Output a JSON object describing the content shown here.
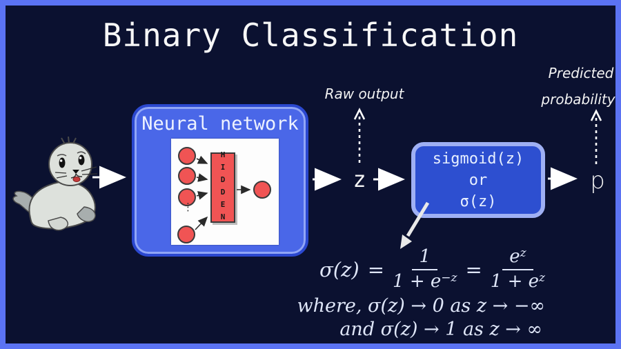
{
  "title": "Binary Classification",
  "colors": {
    "background": "#0b1130",
    "frame": "#5b73f3",
    "nn_box_fill": "#4a67e8",
    "nn_box_border": "#2b48cf",
    "sigmoid_fill": "#2d4fd0",
    "sigmoid_rim": "#9fb0f4",
    "node_red": "#f05454",
    "text": "#ffffff",
    "formula_text": "#dfe6f8"
  },
  "seal": {
    "alt": "baby seal mascot"
  },
  "neural_network": {
    "label": "Neural network",
    "hidden_label": "HIDDEN",
    "input_dots": "⋮"
  },
  "raw_output": {
    "annotation": "Raw output",
    "symbol": "z"
  },
  "sigmoid": {
    "line1": "sigmoid(z)",
    "line2": "or",
    "line3": "σ(z)"
  },
  "prediction": {
    "annotation_line1": "Predicted",
    "annotation_line2": "probability",
    "symbol": "p"
  },
  "formula": {
    "lhs": "σ(z)",
    "equals": "=",
    "frac1": {
      "num": "1",
      "den_base": "1 + e",
      "den_sup": "−z"
    },
    "equals2": "=",
    "frac2": {
      "num_base": "e",
      "num_sup": "z",
      "den_base": "1 + e",
      "den_sup": "z"
    },
    "line2": "where, σ(z) → 0 as z → −∞",
    "line3": "and σ(z) → 1 as z → ∞"
  }
}
